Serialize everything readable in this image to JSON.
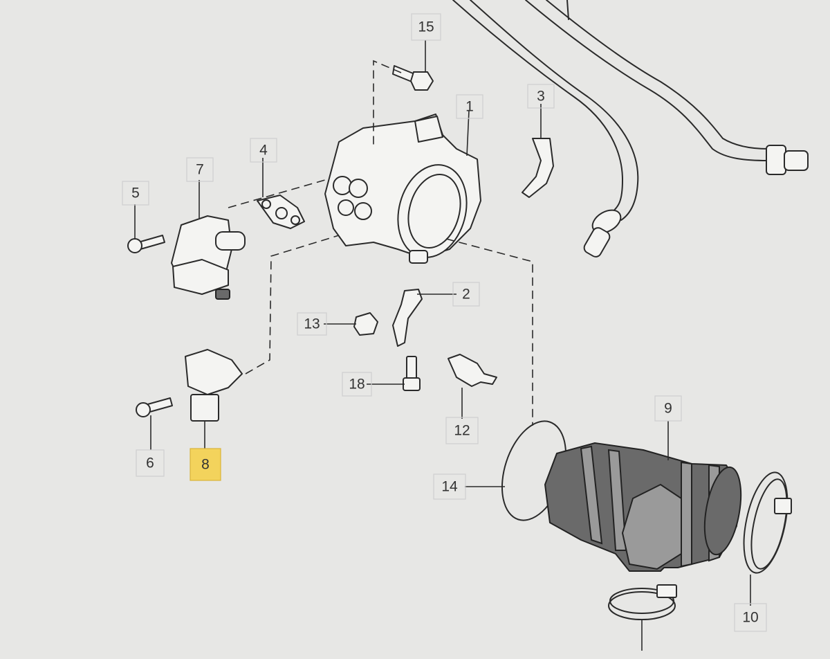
{
  "callouts": [
    {
      "id": "1",
      "label": "1",
      "highlighted": false
    },
    {
      "id": "2",
      "label": "2",
      "highlighted": false
    },
    {
      "id": "3",
      "label": "3",
      "highlighted": false
    },
    {
      "id": "4",
      "label": "4",
      "highlighted": false
    },
    {
      "id": "5",
      "label": "5",
      "highlighted": false
    },
    {
      "id": "6",
      "label": "6",
      "highlighted": false
    },
    {
      "id": "7",
      "label": "7",
      "highlighted": false
    },
    {
      "id": "8",
      "label": "8",
      "highlighted": true
    },
    {
      "id": "9",
      "label": "9",
      "highlighted": false
    },
    {
      "id": "10",
      "label": "10",
      "highlighted": false
    },
    {
      "id": "12",
      "label": "12",
      "highlighted": false
    },
    {
      "id": "13",
      "label": "13",
      "highlighted": false
    },
    {
      "id": "14",
      "label": "14",
      "highlighted": false
    },
    {
      "id": "15",
      "label": "15",
      "highlighted": false
    },
    {
      "id": "18",
      "label": "18",
      "highlighted": false
    }
  ],
  "colors": {
    "background": "#e7e7e5",
    "highlight": "#f3d35c",
    "line": "#2a2a2a"
  }
}
